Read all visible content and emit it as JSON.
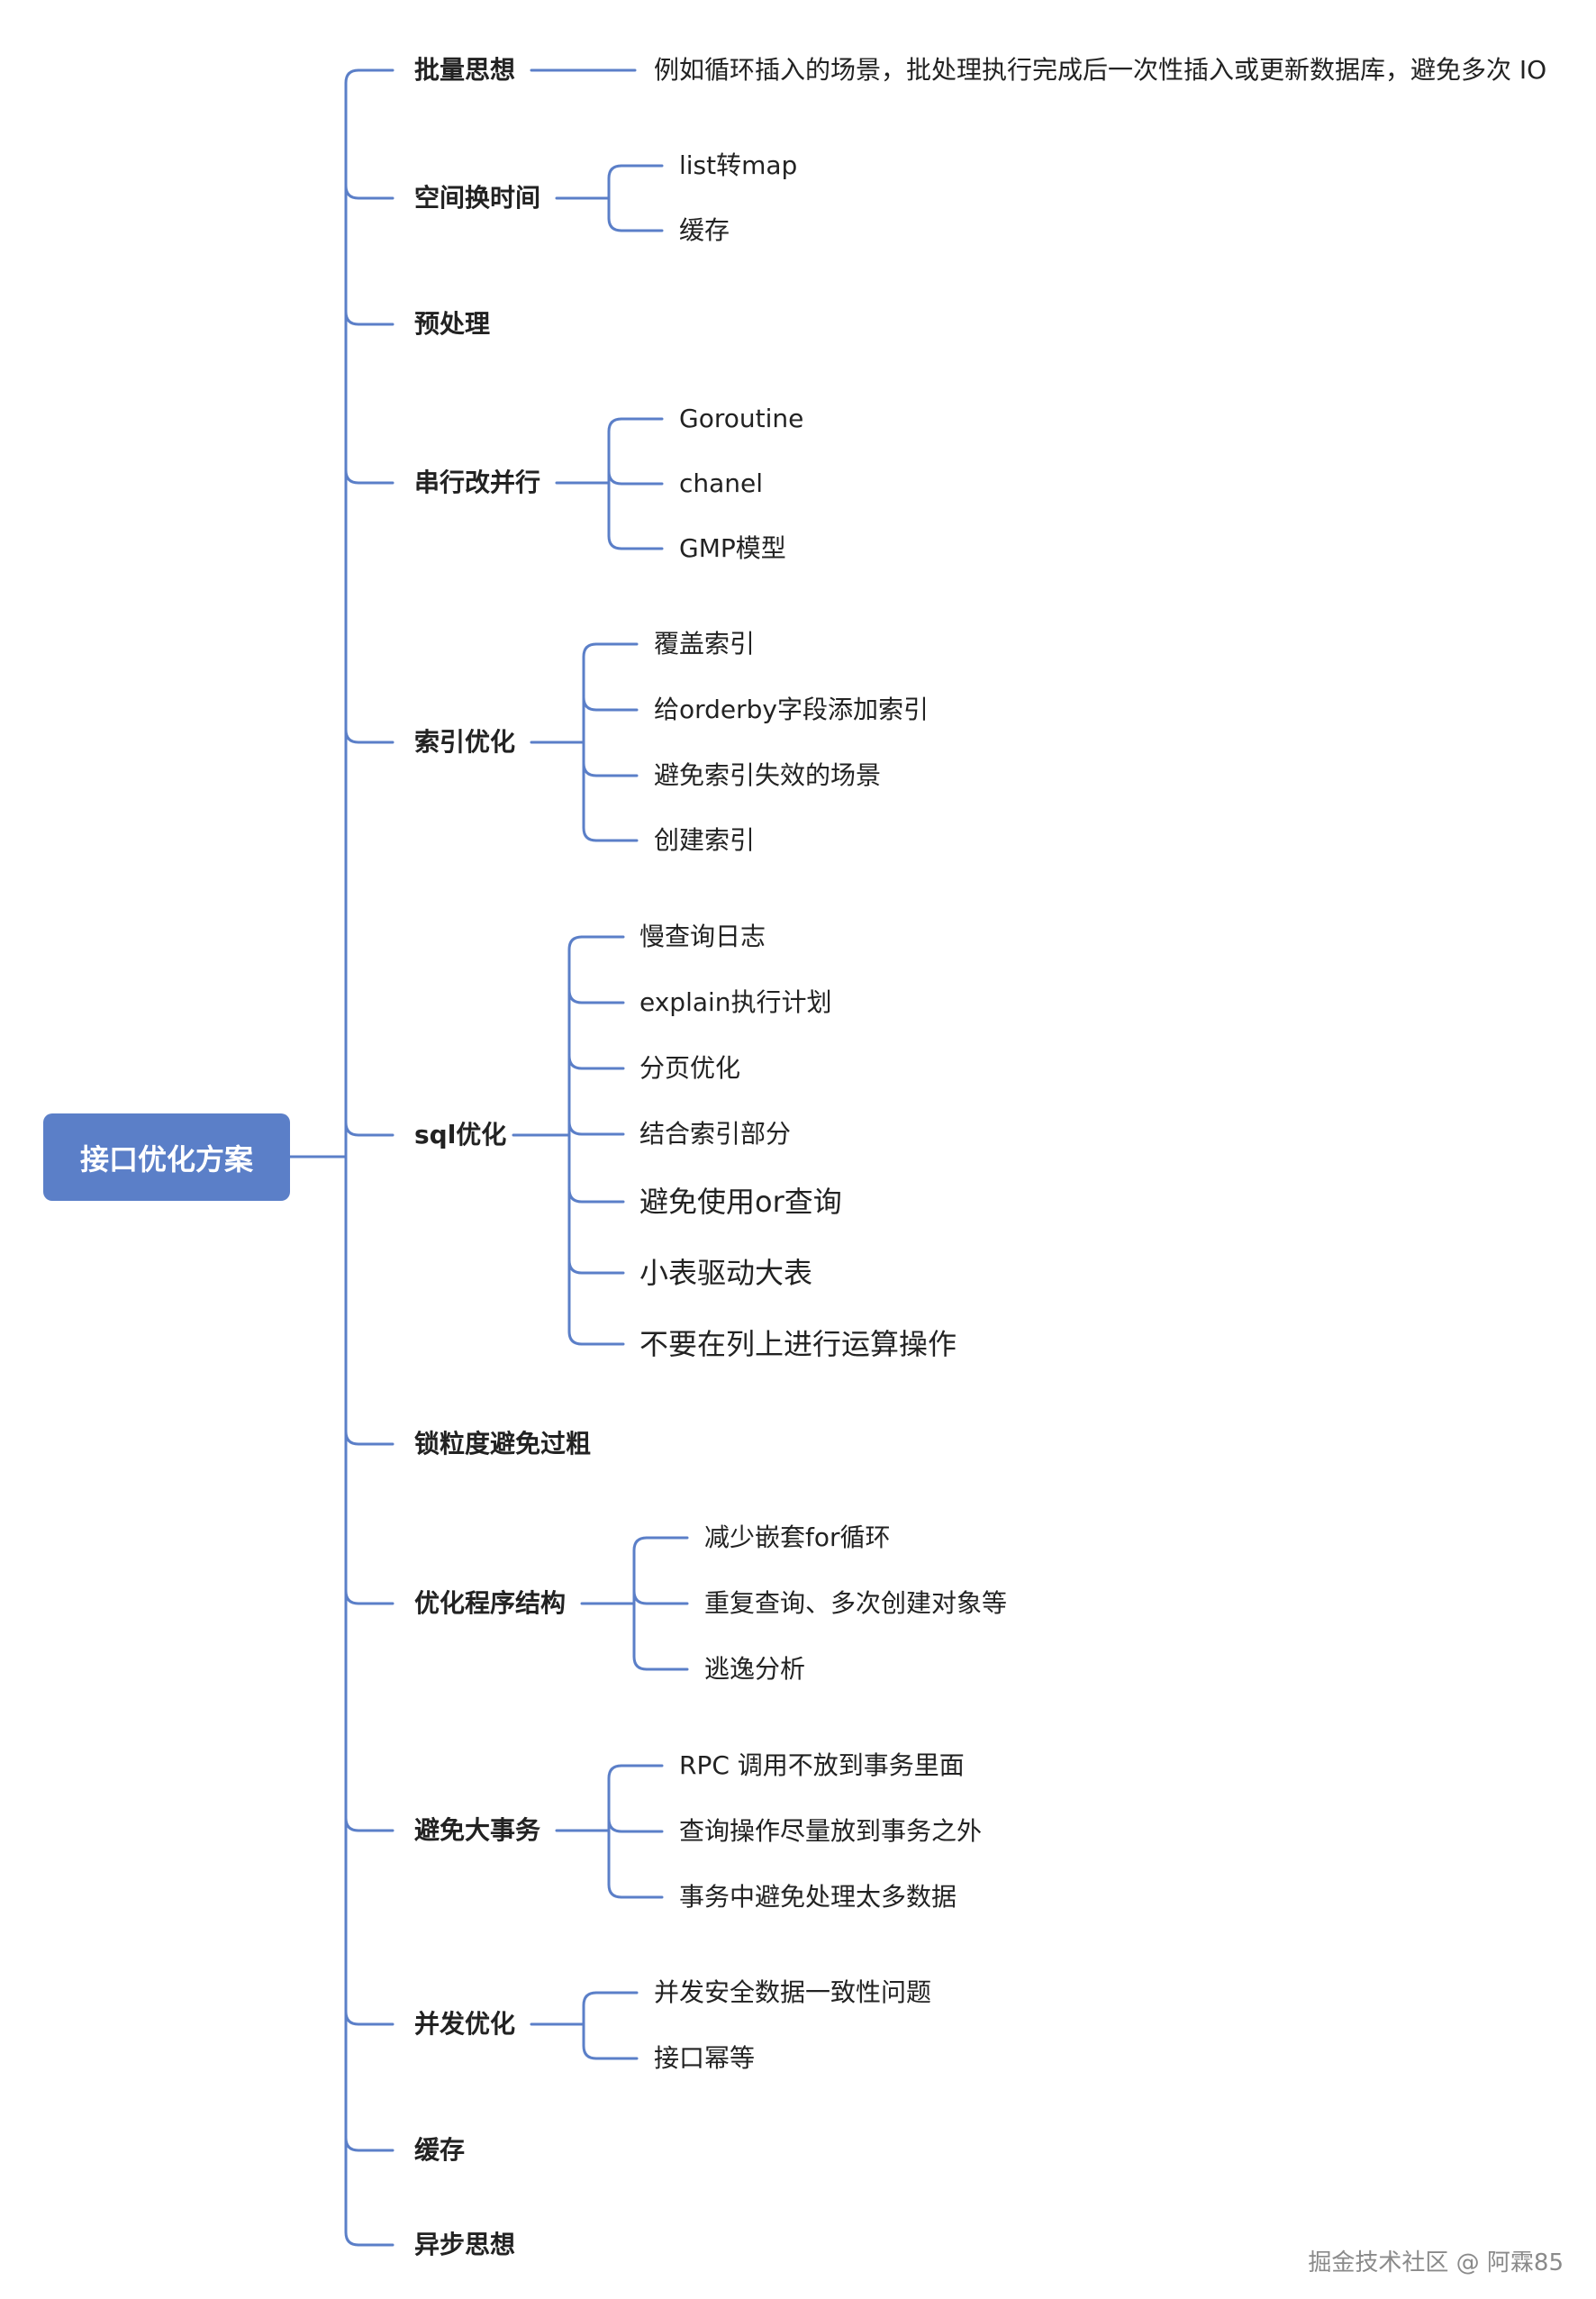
{
  "mindmap": {
    "root": "接口优化方案",
    "branches": [
      {
        "label": "批量思想",
        "children": [
          "例如循环插入的场景，批处理执行完成后一次性插入或更新数据库，避免多次 IO"
        ]
      },
      {
        "label": "空间换时间",
        "children": [
          "list转map",
          "缓存"
        ]
      },
      {
        "label": "预处理",
        "children": []
      },
      {
        "label": "串行改并行",
        "children": [
          "Goroutine",
          "chanel",
          " GMP模型"
        ]
      },
      {
        "label": "索引优化",
        "children": [
          "覆盖索引",
          "给orderby字段添加索引",
          "避免索引失效的场景",
          "创建索引"
        ]
      },
      {
        "label": "sql优化",
        "children": [
          "慢查询日志",
          "explain执行计划",
          "分页优化",
          "结合索引部分",
          "避免使用or查询",
          "小表驱动大表",
          "不要在列上进行运算操作"
        ]
      },
      {
        "label": "锁粒度避免过粗",
        "children": []
      },
      {
        "label": "优化程序结构",
        "children": [
          "减少嵌套for循环",
          "重复查询、多次创建对象等",
          "逃逸分析"
        ]
      },
      {
        "label": "避免大事务",
        "children": [
          "RPC 调用不放到事务里面",
          "查询操作尽量放到事务之外",
          "事务中避免处理太多数据"
        ]
      },
      {
        "label": "并发优化",
        "children": [
          "并发安全数据一致性问题",
          "接口幂等"
        ]
      },
      {
        "label": "缓存",
        "children": []
      },
      {
        "label": "异步思想",
        "children": []
      }
    ]
  },
  "watermark": "掘金技术社区 @ 阿霖85",
  "colors": {
    "line": "#5b7fc8",
    "root_fill": "#5b7fc8",
    "root_text": "#ffffff",
    "text": "#222222",
    "watermark": "#8a8a8a"
  }
}
